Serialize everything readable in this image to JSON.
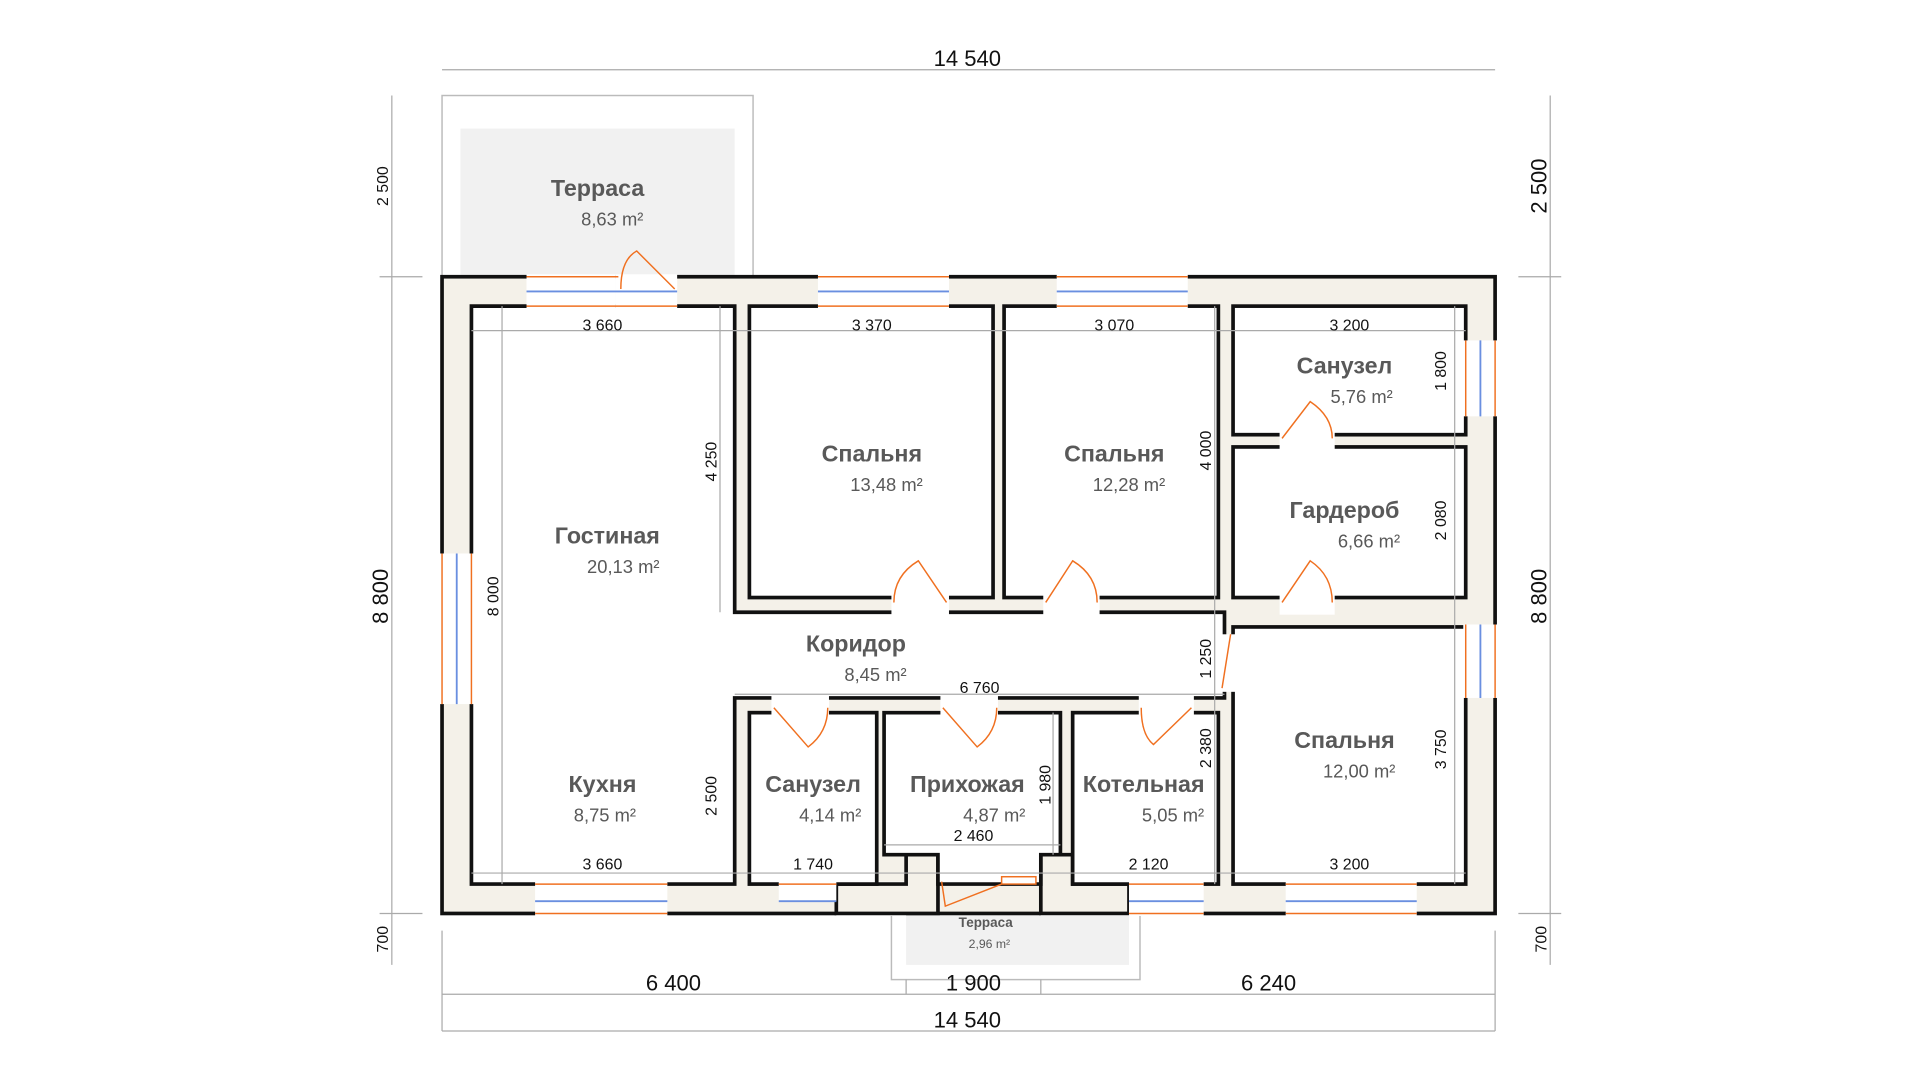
{
  "plan": {
    "rooms": [
      {
        "name": "Терраса",
        "area": "8,63 m²"
      },
      {
        "name": "Гостиная",
        "area": "20,13 m²"
      },
      {
        "name": "Спальня",
        "area": "13,48 m²"
      },
      {
        "name": "Спальня",
        "area": "12,28 m²"
      },
      {
        "name": "Санузел",
        "area": "5,76 m²"
      },
      {
        "name": "Гардероб",
        "area": "6,66 m²"
      },
      {
        "name": "Коридор",
        "area": "8,45 m²"
      },
      {
        "name": "Кухня",
        "area": "8,75 m²"
      },
      {
        "name": "Санузел",
        "area": "4,14 m²"
      },
      {
        "name": "Прихожая",
        "area": "4,87 m²"
      },
      {
        "name": "Котельная",
        "area": "5,05 m²"
      },
      {
        "name": "Спальня",
        "area": "12,00 m²"
      },
      {
        "name": "Терраса",
        "area": "2,96 m²"
      }
    ],
    "outer_dims": {
      "top_total": "14 540",
      "left_terrace": "2 500",
      "left_house": "8 800",
      "left_bottom": "700",
      "right_terrace": "2 500",
      "right_house": "8 800",
      "right_bottom": "700",
      "bottom_left": "6 400",
      "bottom_mid": "1 900",
      "bottom_right": "6 240",
      "bottom_total": "14 540"
    },
    "inner_dims": [
      "3 660",
      "3 370",
      "3 070",
      "3 200",
      "1 800",
      "4 250",
      "4 000",
      "2 080",
      "8 000",
      "1 250",
      "6 760",
      "2 380",
      "3 750",
      "1 980",
      "2 500",
      "2 460",
      "3 660",
      "1 740",
      "2 120",
      "3 200"
    ]
  }
}
